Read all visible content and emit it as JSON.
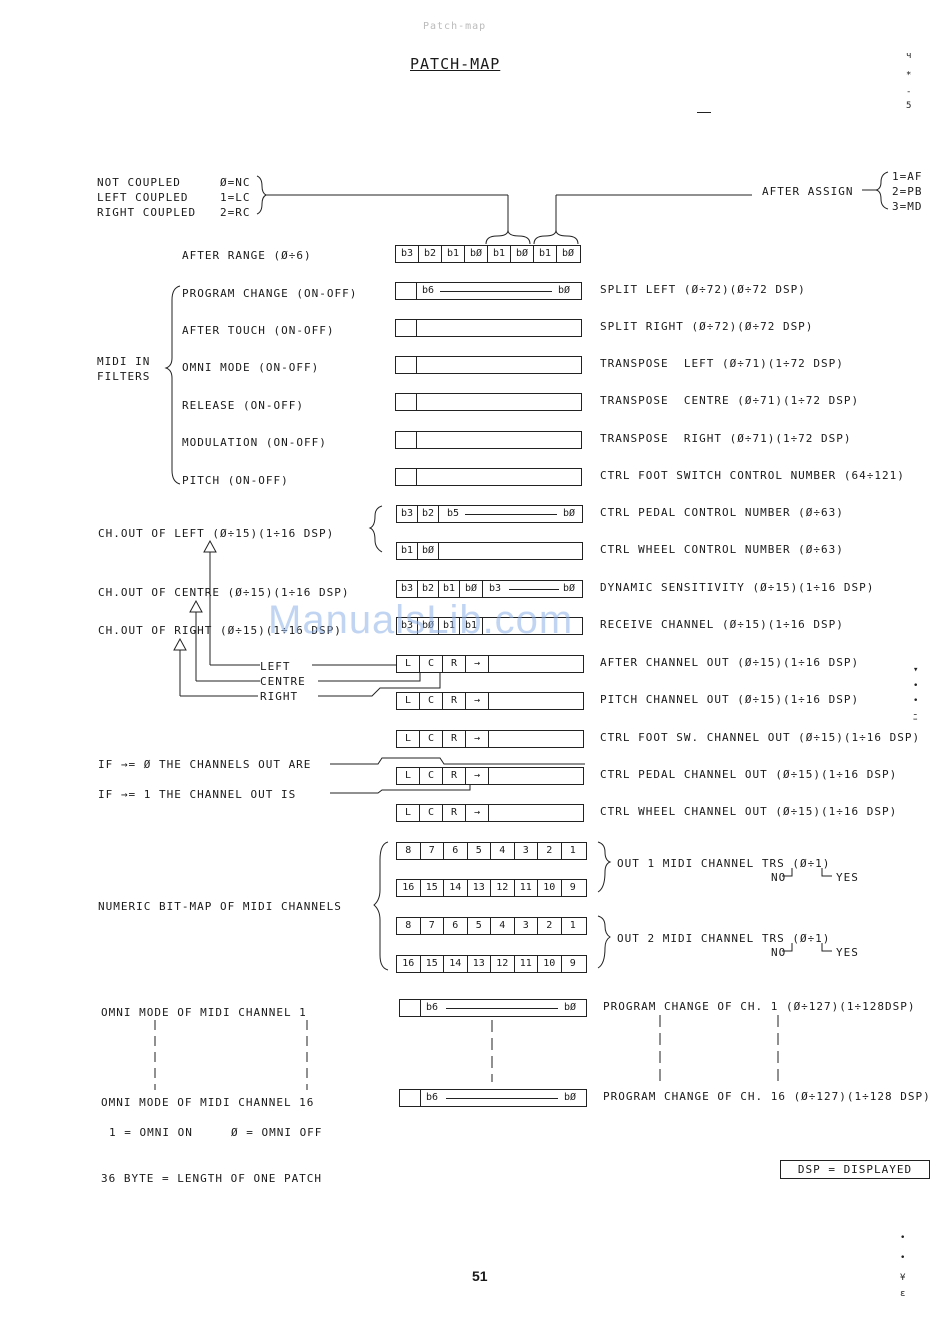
{
  "header": {
    "faint_text": "Patch-map",
    "title": "PATCH-MAP"
  },
  "coupling": {
    "labels": [
      "NOT COUPLED",
      "LEFT COUPLED",
      "RIGHT COUPLED"
    ],
    "codes": [
      "Ø=NC",
      "1=LC",
      "2=RC"
    ],
    "after_assign": "AFTER ASSIGN",
    "after_assign_codes": [
      "1=AF",
      "2=PB",
      "3=MD"
    ]
  },
  "after_range": {
    "label": "AFTER RANGE (Ø÷6)",
    "bits": [
      "b3",
      "b2",
      "b1",
      "bØ",
      "b1",
      "bØ",
      "b1",
      "bØ"
    ]
  },
  "midi_filters": {
    "group_label_1": "MIDI IN",
    "group_label_2": "FILTERS",
    "items": [
      "PROGRAM CHANGE (ON-OFF)",
      "AFTER TOUCH (ON-OFF)",
      "OMNI MODE (ON-OFF)",
      "RELEASE (ON-OFF)",
      "MODULATION (ON-OFF)",
      "PITCH (ON-OFF)"
    ]
  },
  "split_box": {
    "b_hi": "b6",
    "b_lo": "bØ"
  },
  "right_labels": [
    "SPLIT LEFT (Ø÷72)(Ø÷72 DSP)",
    "SPLIT RIGHT (Ø÷72)(Ø÷72 DSP)",
    "TRANSPOSE  LEFT (Ø÷71)(1÷72 DSP)",
    "TRANSPOSE  CENTRE (Ø÷71)(1÷72 DSP)",
    "TRANSPOSE  RIGHT (Ø÷71)(1÷72 DSP)",
    "CTRL FOOT SWITCH CONTROL NUMBER (64÷121)",
    "CTRL PEDAL CONTROL NUMBER (Ø÷63)",
    "CTRL WHEEL CONTROL NUMBER (Ø÷63)",
    "DYNAMIC SENSITIVITY (Ø÷15)(1÷16 DSP)",
    "RECEIVE CHANNEL (Ø÷15)(1÷16 DSP)",
    "AFTER CHANNEL OUT (Ø÷15)(1÷16 DSP)",
    "PITCH CHANNEL OUT (Ø÷15)(1÷16 DSP)",
    "CTRL FOOT SW. CHANNEL OUT (Ø÷15)(1÷16 DSP)",
    "CTRL PEDAL CHANNEL OUT (Ø÷15)(1÷16 DSP)",
    "CTRL WHEEL CHANNEL OUT (Ø÷15)(1÷16 DSP)"
  ],
  "ctrl_boxes": {
    "pedal_bits": [
      "b3",
      "b2",
      "b5",
      "bØ"
    ],
    "wheel_bits": [
      "b1",
      "bØ"
    ],
    "dyn_bits": [
      "b3",
      "b2",
      "b1",
      "bØ",
      "b3",
      "bØ"
    ],
    "recv_bits": [
      "b3",
      "bØ",
      "b1",
      "b1"
    ]
  },
  "channel_out": {
    "left": "CH.OUT OF LEFT (Ø÷15)(1÷16 DSP)",
    "centre": "CH.OUT OF CENTRE (Ø÷15)(1÷16 DSP)",
    "right": "CH.OUT OF RIGHT (Ø÷15)(1÷16 DSP)",
    "lcr_labels": [
      "LEFT",
      "CENTRE",
      "RIGHT"
    ],
    "lcr_cells": [
      "L",
      "C",
      "R",
      "→"
    ]
  },
  "if_notes": [
    "IF →= Ø THE CHANNELS OUT ARE",
    "IF →= 1 THE CHANNEL OUT IS"
  ],
  "bitmap": {
    "label": "NUMERIC BIT-MAP OF MIDI CHANNELS",
    "row_low": [
      "8",
      "7",
      "6",
      "5",
      "4",
      "3",
      "2",
      "1"
    ],
    "row_high": [
      "16",
      "15",
      "14",
      "13",
      "12",
      "11",
      "10",
      "9"
    ],
    "out1": "OUT 1 MIDI CHANNEL TRS (Ø÷1)",
    "out2": "OUT 2 MIDI CHANNEL TRS (Ø÷1)",
    "no": "NO",
    "yes": "YES"
  },
  "omni": {
    "ch1": "OMNI MODE OF MIDI CHANNEL 1",
    "ch16": "OMNI MODE OF MIDI CHANNEL 16",
    "legend": "1 = OMNI ON     Ø = OMNI OFF"
  },
  "program_change": {
    "ch1": "PROGRAM CHANGE OF CH. 1 (Ø÷127)(1÷128DSP)",
    "ch16": "PROGRAM CHANGE OF CH. 16 (Ø÷127)(1÷128 DSP)",
    "b_hi": "b6",
    "b_lo": "bØ"
  },
  "footer": {
    "length": "36 BYTE = LENGTH OF ONE PATCH",
    "dsp": "DSP = DISPLAYED",
    "page": "51"
  },
  "watermark": "ManualsLib.com"
}
